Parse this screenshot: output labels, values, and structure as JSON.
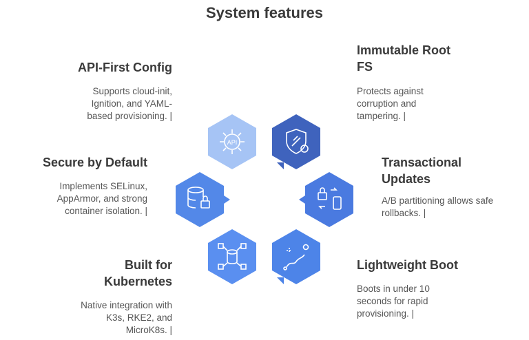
{
  "title": "System features",
  "features": [
    {
      "key": "api",
      "title": "API-First Config",
      "description": "Supports cloud-init, Ignition, and YAML-based provisioning. |",
      "color": "#a6c4f5",
      "icon": "gear-api-icon"
    },
    {
      "key": "immutable",
      "title": "Immutable Root FS",
      "description": "Protects against corruption and tampering. |",
      "color": "#3f63bd",
      "icon": "shield-fingerprint-icon"
    },
    {
      "key": "secure",
      "title": "Secure by Default",
      "description": "Implements SELinux, AppArmor, and strong container isolation. |",
      "color": "#5388e8",
      "icon": "database-lock-icon"
    },
    {
      "key": "transactional",
      "title": "Transactional Updates",
      "description": "A/B partitioning allows safe rollbacks. |",
      "color": "#4a7ae0",
      "icon": "lock-swap-phone-icon"
    },
    {
      "key": "kubernetes",
      "title": "Built for Kubernetes",
      "description": "Native integration with K3s, RKE2, and MicroK8s. |",
      "color": "#5a8ff0",
      "icon": "cluster-database-icon"
    },
    {
      "key": "lightweight",
      "title": "Lightweight Boot",
      "description": "Boots in under 10 seconds for rapid provisioning. |",
      "color": "#4d84e8",
      "icon": "path-route-icon"
    }
  ]
}
